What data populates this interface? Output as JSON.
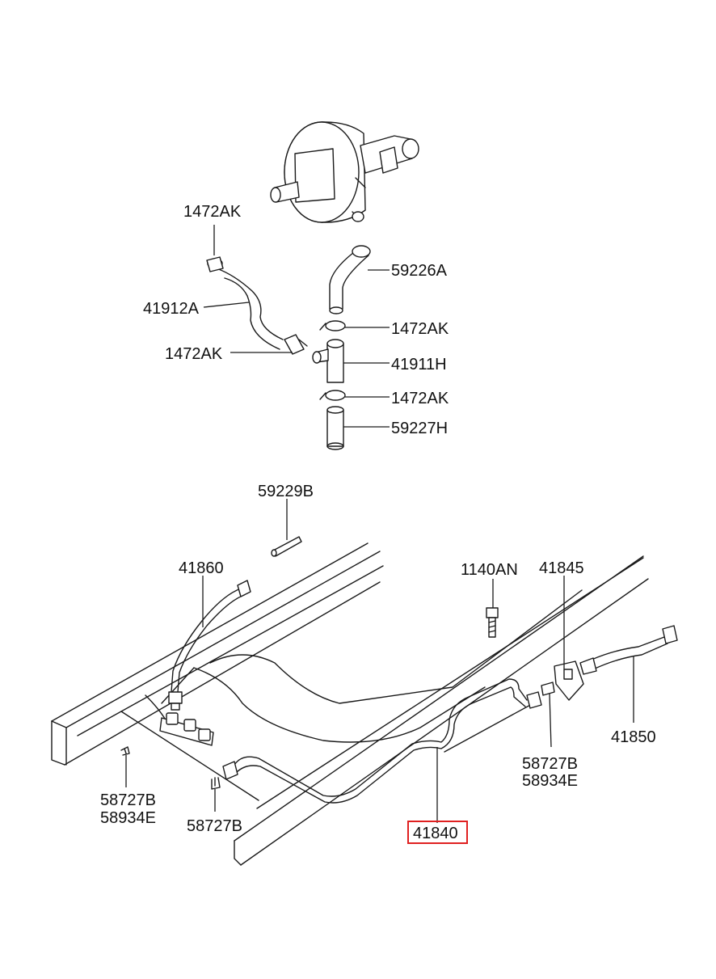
{
  "labels": {
    "l_1472ak_top": "1472AK",
    "l_41912a": "41912A",
    "l_1472ak_left": "1472AK",
    "l_59226a": "59226A",
    "l_1472ak_r1": "1472AK",
    "l_41911h": "41911H",
    "l_1472ak_r2": "1472AK",
    "l_59227h": "59227H",
    "l_59229b": "59229B",
    "l_41860": "41860",
    "l_1140an": "1140AN",
    "l_41845": "41845",
    "l_41850": "41850",
    "l_58727b_left": "58727B",
    "l_58934e_left": "58934E",
    "l_58727b_mid": "58727B",
    "l_41840": "41840",
    "l_58727b_right": "58727B",
    "l_58934e_right": "58934E"
  },
  "highlight": {
    "part": "41840",
    "color": "#e02020"
  }
}
